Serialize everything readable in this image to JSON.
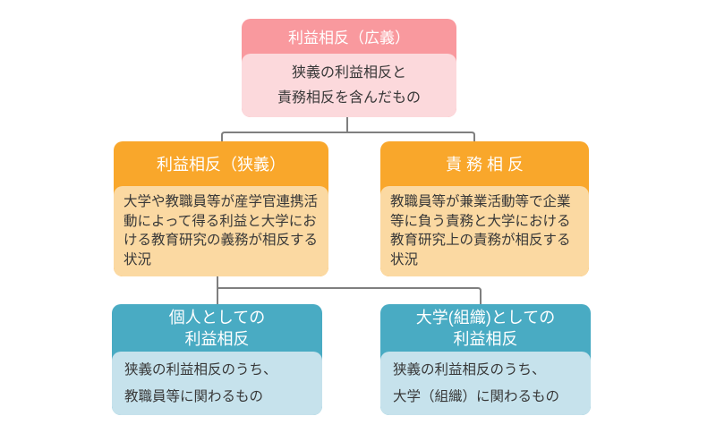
{
  "colors": {
    "broad_header": "#f9999e",
    "broad_body": "#fcd9dc",
    "middle_header": "#f9a72b",
    "middle_body": "#fbd9a2",
    "bottom_header": "#49abc3",
    "bottom_body": "#c6e2ec",
    "connector": "#7f7f7f",
    "header_text": "#ffffff",
    "body_text": "#383838",
    "background": "#ffffff"
  },
  "nodes": {
    "broad": {
      "title": "利益相反（広義）",
      "body": "狭義の利益相反と\n責務相反を含んだもの"
    },
    "narrow": {
      "title": "利益相反（狭義）",
      "body": "大学や教職員等が産学官連携活動によって得る利益と大学における教育研究の義務が相反する状況"
    },
    "duty": {
      "title": "責 務 相 反",
      "body": "教職員等が兼業活動等で企業等に負う責務と大学における教育研究上の責務が相反する状況"
    },
    "personal": {
      "title": "個人としての\n利益相反",
      "body": "狭義の利益相反のうち、\n教職員等に関わるもの"
    },
    "organizational": {
      "title": "大学(組織)としての\n利益相反",
      "body": "狭義の利益相反のうち、\n大学（組織）に関わるもの"
    }
  }
}
